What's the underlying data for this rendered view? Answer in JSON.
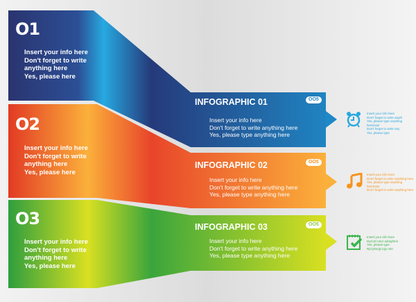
{
  "colors": {
    "blue": "#1e88c8",
    "orange": "#f7931e",
    "green": "#8cc63f",
    "blue_icon": "#29a8e0",
    "orange_icon": "#f7931e",
    "green_icon": "#39b54a"
  },
  "steps": [
    {
      "number": "O1",
      "lines": [
        "Insert your info here",
        "Don't forget to write",
        "anything here",
        "Yes, please here"
      ],
      "title": "INFOGRAPHIC 01",
      "badge": "OO5",
      "detail": [
        "Insert your info here",
        "Don't forget to write anything here",
        "Yes, please type anything here"
      ],
      "icon": "alarm-clock-icon",
      "side": [
        "Insert your info here",
        "Don't forget to write anyth",
        "Yes, please type anything hereinser",
        "Don't forget to write any",
        "Yes, please type"
      ]
    },
    {
      "number": "O2",
      "lines": [
        "Insert your info here",
        "Don't forget to write",
        "anything here",
        "Yes, please here"
      ],
      "title": "INFOGRAPHIC 02",
      "badge": "OO5",
      "detail": [
        "Insert your info here",
        "Don't forget to write anything here",
        "Yes, please type anything here"
      ],
      "icon": "music-note-icon",
      "side": [
        "Insert your info here",
        "Don't forget to write anything here",
        "Yes, please type anything hereinser",
        "Don't forget to write anything here"
      ]
    },
    {
      "number": "O3",
      "lines": [
        "Insert your info here",
        "Don't forget to write",
        "anything here",
        "Yes, please here"
      ],
      "title": "INFOGRAPHIC 03",
      "badge": "OO5",
      "detail": [
        "Insert your info here",
        "Don't forget to write anything here",
        "Yes, please type anything here"
      ],
      "icon": "calendar-check-icon",
      "side": [
        "Insert your info here",
        "Dyrrort rotor adoightrio",
        "Yes, please type",
        "Rpl phsqly lqiy rele"
      ]
    }
  ]
}
